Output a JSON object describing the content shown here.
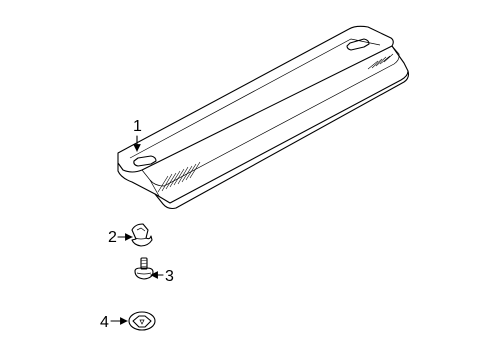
{
  "callouts": [
    {
      "label": "1",
      "part": "high-mount-stop-lamp"
    },
    {
      "label": "2",
      "part": "clip"
    },
    {
      "label": "3",
      "part": "bolt"
    },
    {
      "label": "4",
      "part": "nut"
    }
  ],
  "colors": {
    "ink": "#000000",
    "background": "#ffffff"
  }
}
